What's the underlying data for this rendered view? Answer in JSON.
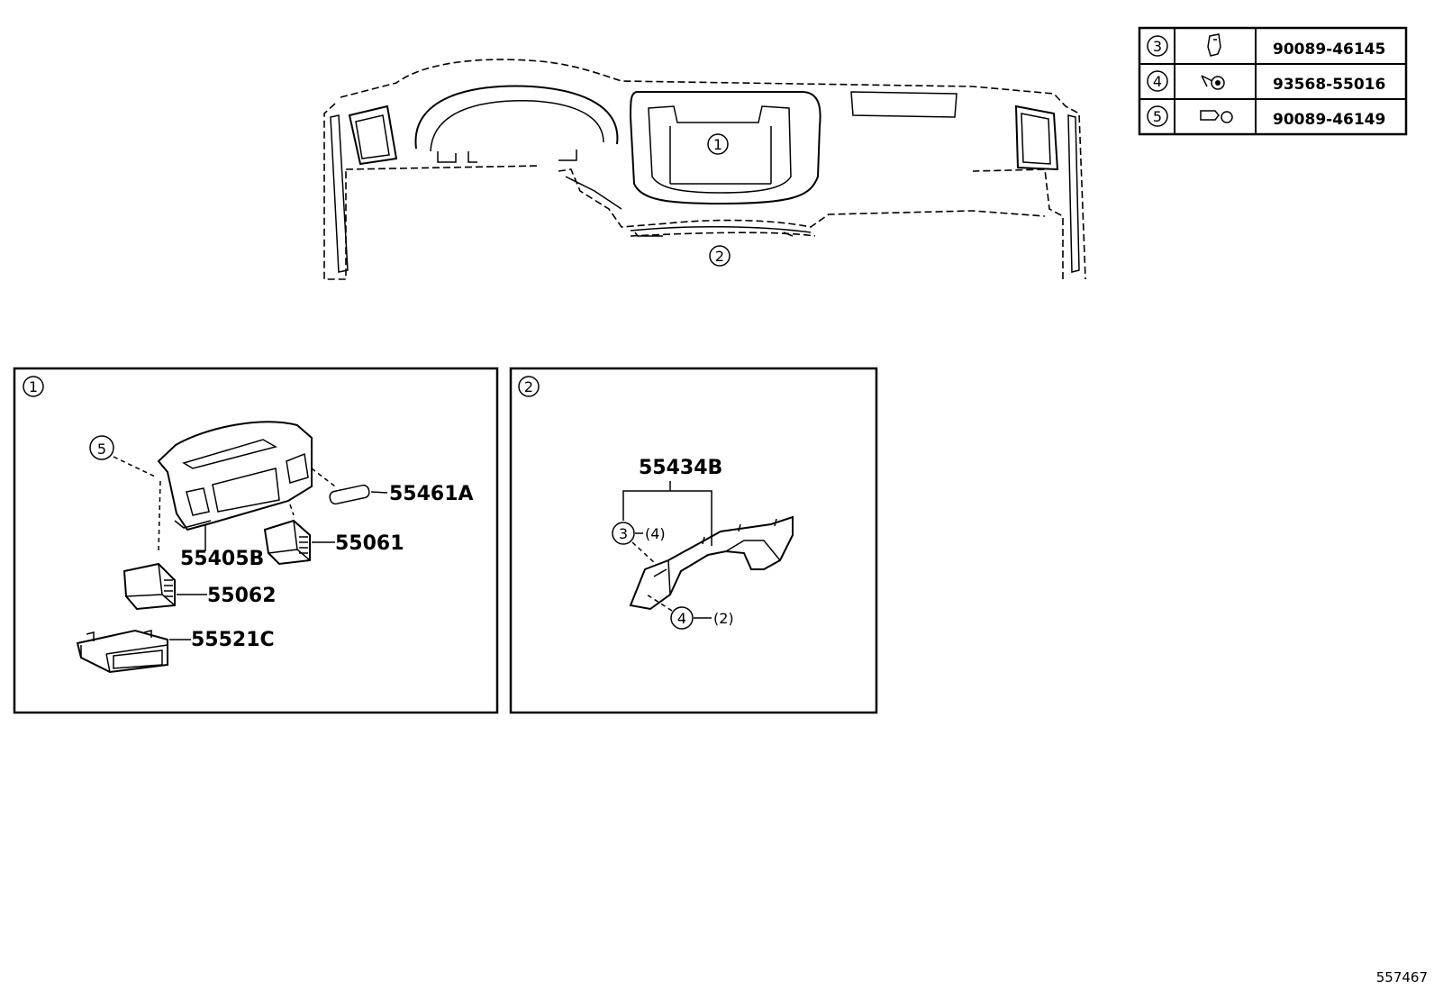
{
  "fastener_table": {
    "rows": [
      {
        "ref": "3",
        "icon": "clip-icon",
        "part_no": "90089-46145"
      },
      {
        "ref": "4",
        "icon": "screw-clip-icon",
        "part_no": "93568-55016"
      },
      {
        "ref": "5",
        "icon": "retainer-clip-icon",
        "part_no": "90089-46149"
      }
    ]
  },
  "overview": {
    "callout_1": "1",
    "callout_2": "2"
  },
  "panel_1": {
    "badge": "1",
    "callout_5": "5",
    "labels": {
      "p55461A": "55461A",
      "p55061": "55061",
      "p55405B": "55405B",
      "p55062": "55062",
      "p55521C": "55521C"
    }
  },
  "panel_2": {
    "badge": "2",
    "label_55434B": "55434B",
    "callout_3": "3",
    "qty_3": "(4)",
    "callout_4": "4",
    "qty_4": "(2)"
  },
  "footer_id": "557467"
}
